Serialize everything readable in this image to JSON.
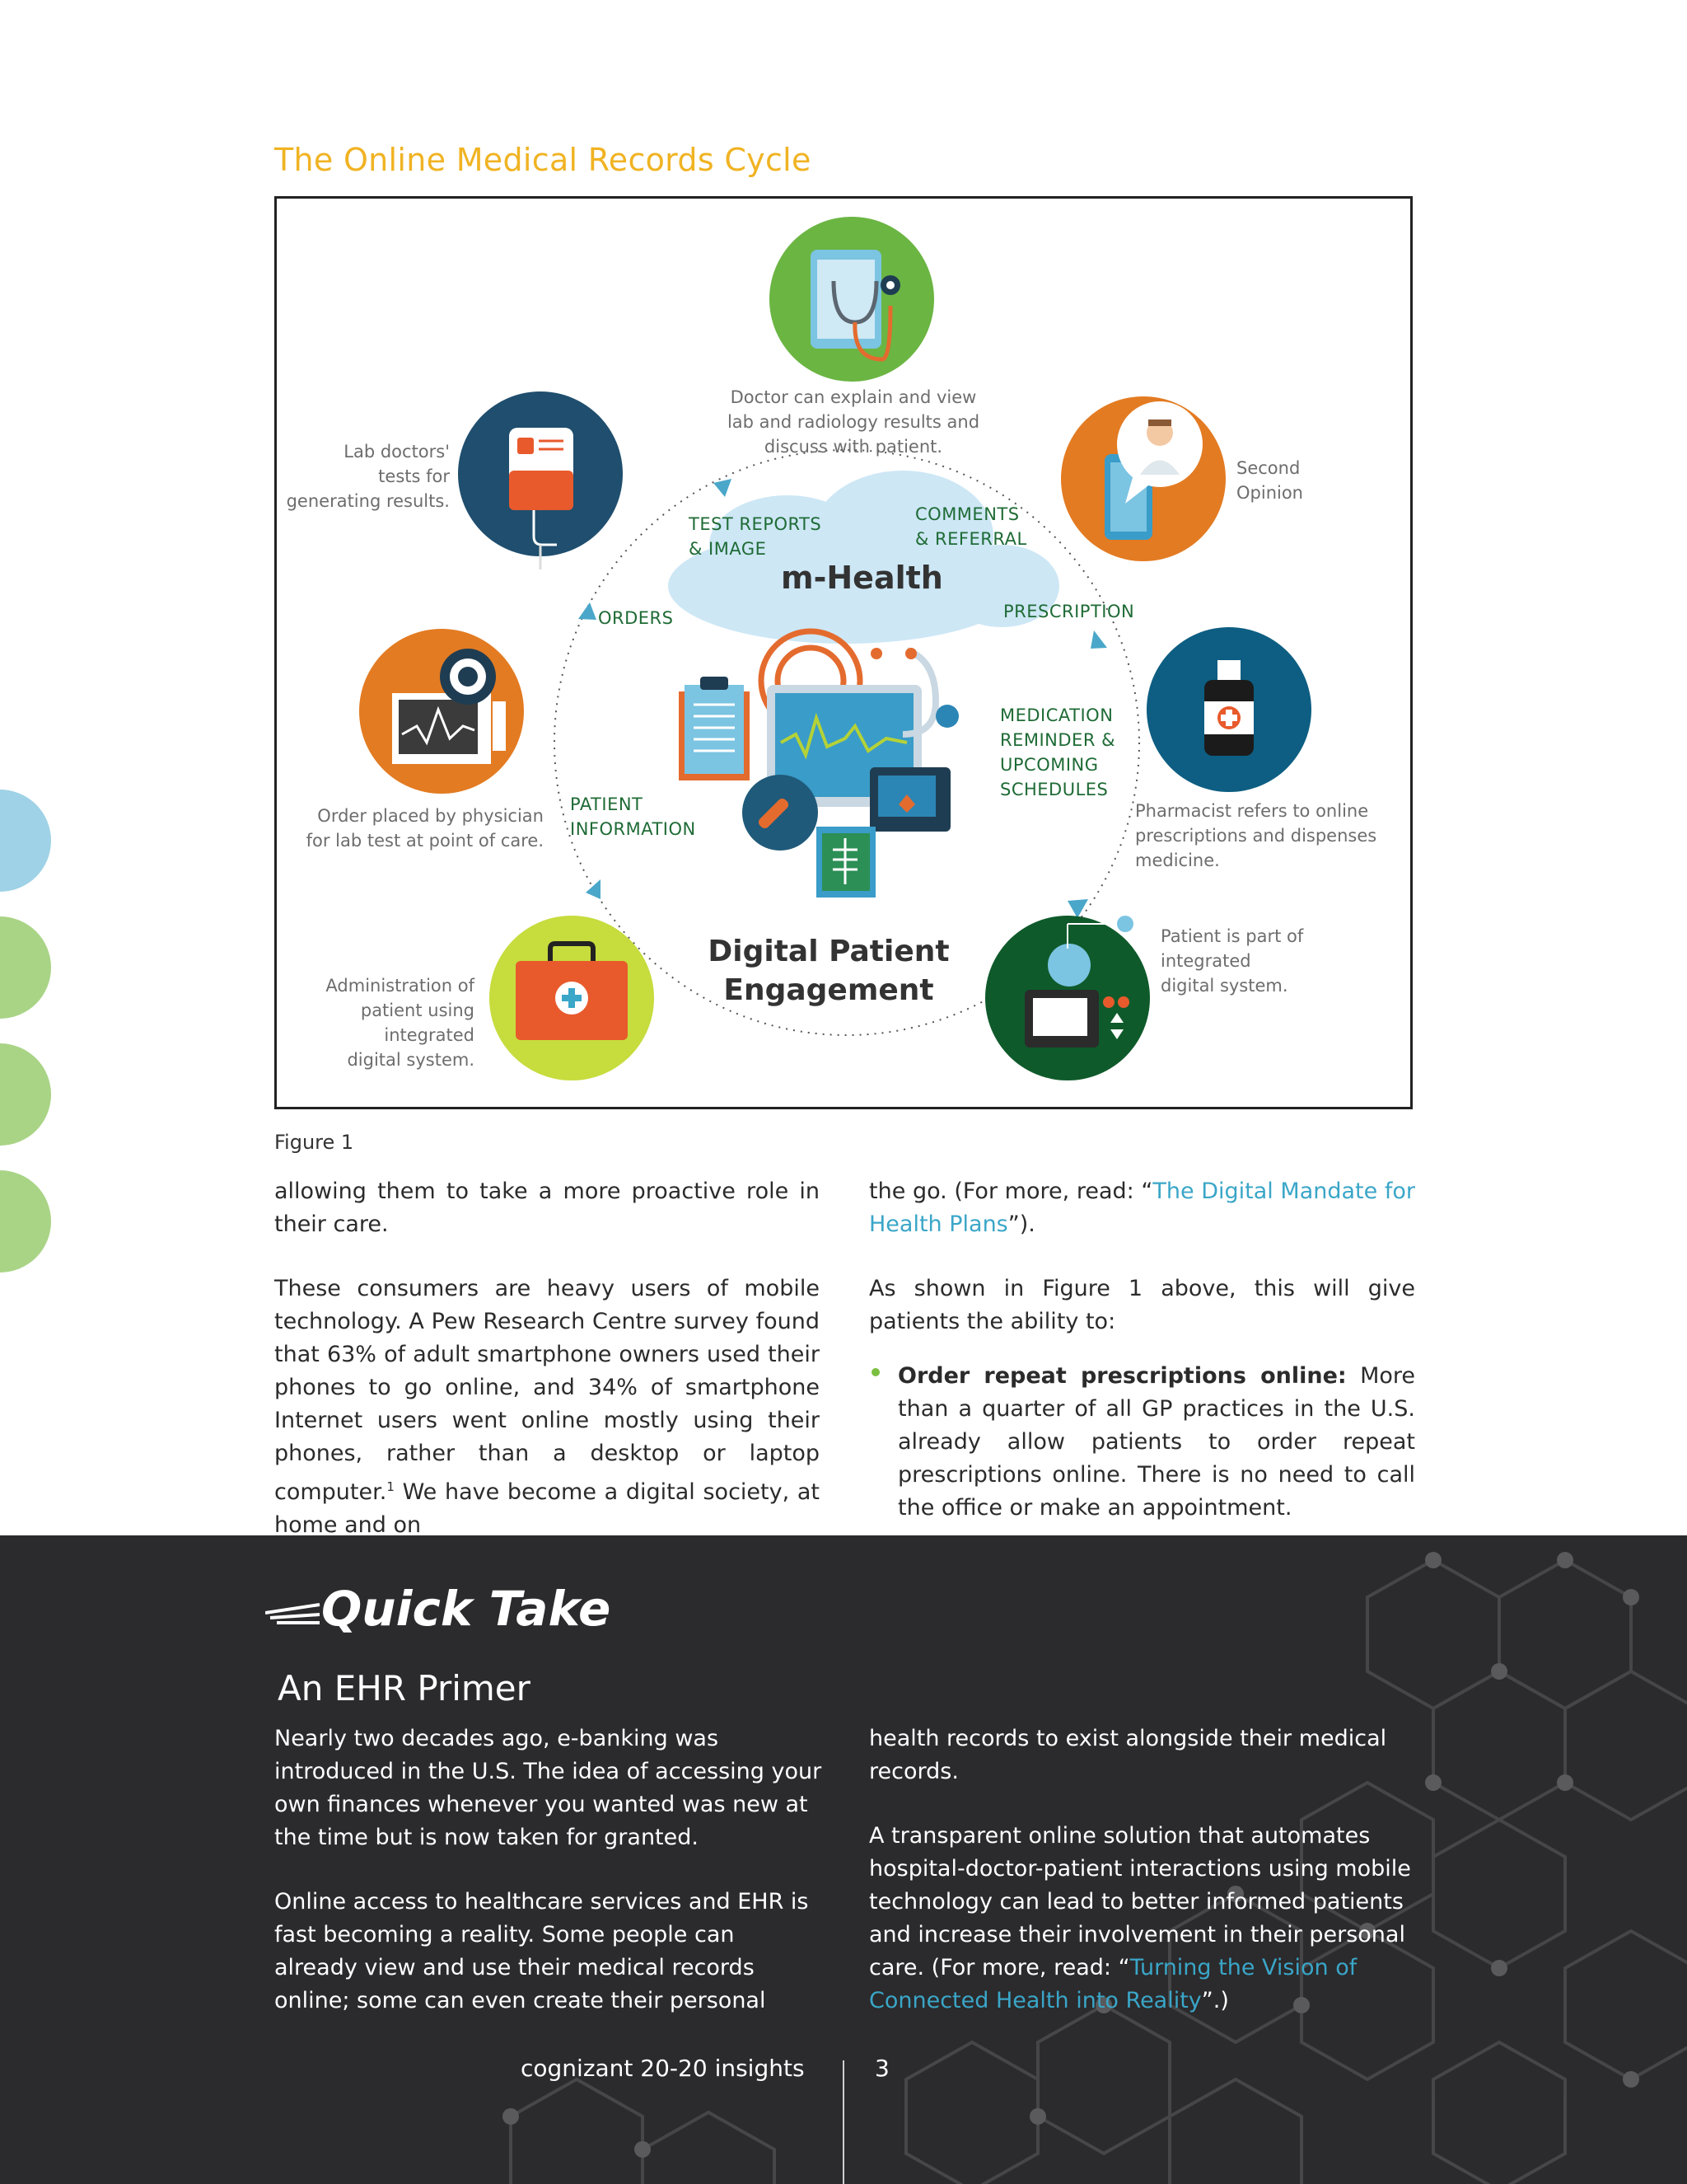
{
  "figure": {
    "title": "The Online Medical Records Cycle",
    "caption": "Figure 1",
    "center_top": "m-Health",
    "center_bottom_1": "Digital Patient",
    "center_bottom_2": "Engagement",
    "arc_labels": {
      "test_reports_1": "TEST REPORTS",
      "test_reports_2": "& IMAGE",
      "comments_1": "COMMENTS",
      "comments_2": "& REFERRAL",
      "orders": "ORDERS",
      "prescription": "PRESCRIPTION",
      "medication_1": "MEDICATION",
      "medication_2": "REMINDER &",
      "medication_3": "UPCOMING",
      "medication_4": "SCHEDULES",
      "patient_info_1": "PATIENT",
      "patient_info_2": "INFORMATION"
    },
    "nodes": {
      "doctor_1": "Doctor can explain and view",
      "doctor_2": "lab and radiology results and",
      "doctor_3": "discuss with patient.",
      "lab_1": "Lab doctors'",
      "lab_2": "tests for",
      "lab_3": "generating results.",
      "second_1": "Second",
      "second_2": "Opinion",
      "order_1": "Order placed by physician",
      "order_2": "for lab test at point of care.",
      "pharm_1": "Pharmacist refers to online",
      "pharm_2": "prescriptions and dispenses",
      "pharm_3": "medicine.",
      "admin_1": "Administration of",
      "admin_2": "patient using",
      "admin_3": "integrated",
      "admin_4": "digital system.",
      "part_1": "Patient is part of",
      "part_2": "integrated",
      "part_3": "digital system."
    },
    "icons": [
      "tablet-stethoscope-icon",
      "blood-bag-icon",
      "doctor-phone-icon",
      "monitor-gear-icon",
      "medicine-bottle-icon",
      "first-aid-kit-icon",
      "medical-device-icon"
    ]
  },
  "body": {
    "left_p1": "allowing them to take a more proactive role in their care.",
    "left_p2": "These consumers are heavy users of mobile technology. A Pew Research Centre survey found that 63% of adult smartphone owners used their phones to go online, and 34% of smartphone Internet users went online mostly using their phones, rather than a desktop or laptop computer.",
    "left_p2_sup": "1",
    "left_p2_end": " We have become a digital society, at home and on",
    "right_p1_pre": "the go. (For more, read: “",
    "right_p1_link": "The Digital Mandate for Health Plans",
    "right_p1_post": "”).",
    "right_p2": "As shown in Figure 1 above, this will give patients the ability to:",
    "bullet_bold": "Order repeat prescriptions online:",
    "bullet_text": " More than a quarter of all GP practices in the U.S. already allow patients to order repeat prescriptions online. There is no need to call the office or make an appointment."
  },
  "quick_take": {
    "title": "Quick Take",
    "subtitle": "An EHR Primer",
    "left_p1": "Nearly two decades ago, e-banking was introduced in the U.S. The idea of accessing your own finances whenever you wanted was new at the time but is now taken for granted.",
    "left_p2": "Online access to healthcare services and EHR is fast becoming a reality. Some people can already view and use their medical records online; some can even create their personal",
    "right_p1": "health records to exist alongside their medical records.",
    "right_p2_pre": "A transparent online solution that automates hospital-doctor-patient interactions using mobile technology can lead to better informed patients and increase their involvement in their personal care. (For more, read: “",
    "right_p2_link": "Turning the Vision of Connected Health into Reality",
    "right_p2_post": "”.)"
  },
  "footer": {
    "publication": "cognizant 20-20 insights",
    "page_number": "3"
  },
  "colors": {
    "title_gold": "#f0b323",
    "link_blue": "#3aa6c8",
    "dark_bg": "#2b2a2c",
    "label_green": "#1f6b36",
    "bullet_green": "#7bbf41"
  }
}
